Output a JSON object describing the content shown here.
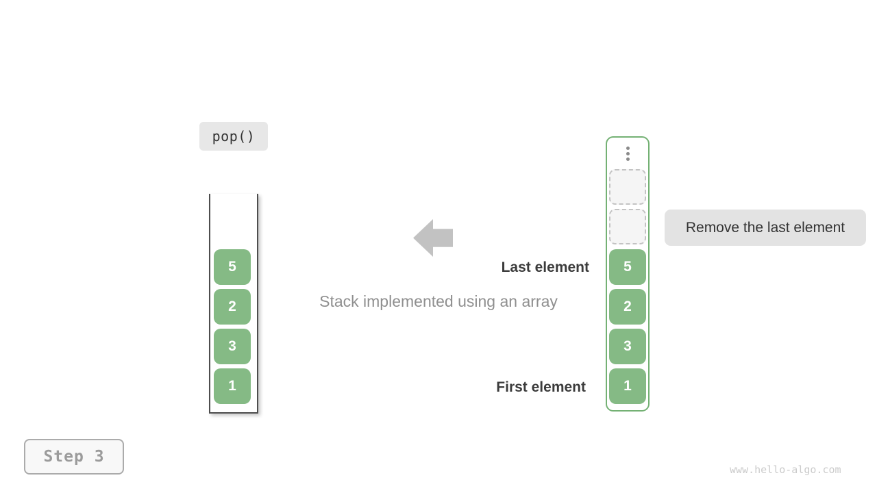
{
  "operation_badge": {
    "label": "pop()"
  },
  "left_stack": {
    "cells": [
      "5",
      "2",
      "3",
      "1"
    ]
  },
  "right_array": {
    "ellipsis_icon": "vertical-dots",
    "empty_slots": 2,
    "cells": [
      "5",
      "2",
      "3",
      "1"
    ]
  },
  "labels": {
    "last_element": "Last element",
    "first_element": "First element",
    "caption": "Stack implemented using an array",
    "annotation": "Remove the last element"
  },
  "step_indicator": {
    "label": "Step 3"
  },
  "watermark": {
    "text": "www.hello-algo.com"
  },
  "colors": {
    "cell_green": "#85ba85",
    "container_green_border": "#74b174",
    "badge_bg": "#e5e5e5",
    "arrow_gray": "#c2c2c2",
    "dark_text": "#3b3b3b",
    "muted_text": "#8f8f8f",
    "stack_outline": "#4d4d4d",
    "step_text": "#9b9b9b",
    "watermark_text": "#cbcbcb"
  }
}
